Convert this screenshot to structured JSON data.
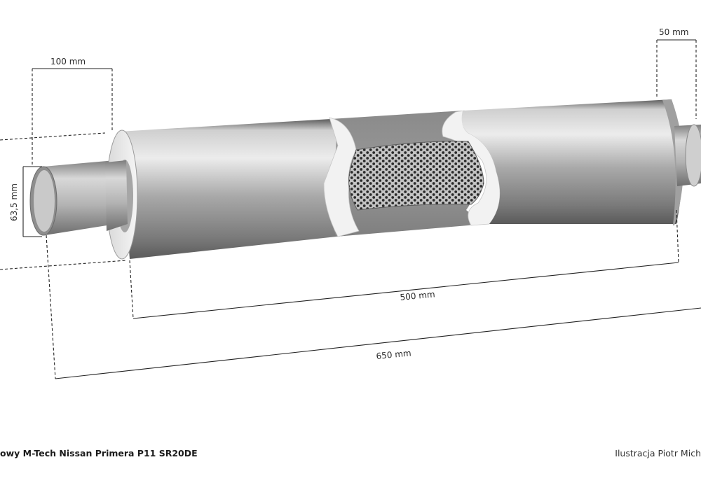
{
  "diagram": {
    "dimensions": {
      "flange_length": "100 mm",
      "outlet_length": "50 mm",
      "pipe_diameter": "63,5 mm",
      "body_length": "500 mm",
      "total_length": "650 mm"
    }
  },
  "footer": {
    "title": "owy M-Tech Nissan Primera P11 SR20DE",
    "credit": "Ilustracja Piotr Mich"
  }
}
